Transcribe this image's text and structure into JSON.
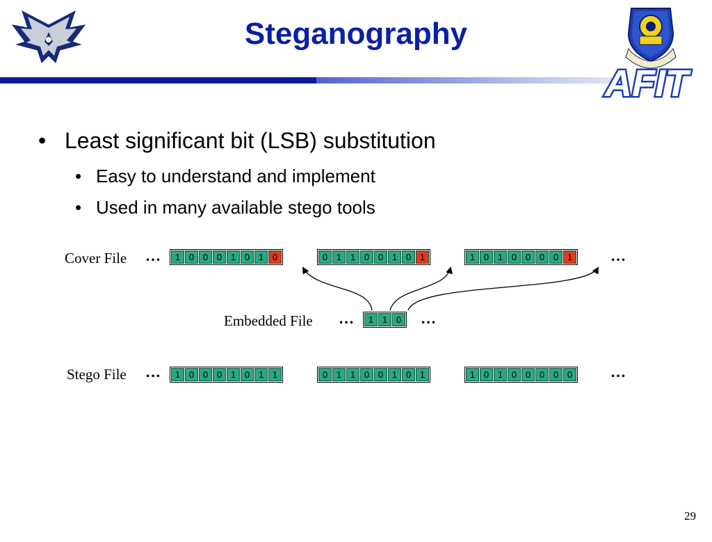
{
  "slide": {
    "title": "Steganography",
    "page_number": "29",
    "bullet_char": "•"
  },
  "bullets": {
    "main": "Least significant bit (LSB) substitution",
    "sub": [
      "Easy to understand and implement",
      "Used in many available stego tools"
    ]
  },
  "logo_right": {
    "text": "AFIT"
  },
  "diagram": {
    "ellipsis": "…",
    "cover": {
      "label": "Cover File",
      "bytes": [
        [
          "1",
          "0",
          "0",
          "0",
          "1",
          "0",
          "1",
          "0"
        ],
        [
          "0",
          "1",
          "1",
          "0",
          "0",
          "1",
          "0",
          "1"
        ],
        [
          "1",
          "0",
          "1",
          "0",
          "0",
          "0",
          "0",
          "1"
        ]
      ]
    },
    "embedded": {
      "label": "Embedded File",
      "bits": [
        "1",
        "1",
        "0"
      ]
    },
    "stego": {
      "label": "Stego File",
      "bytes": [
        [
          "1",
          "0",
          "0",
          "0",
          "1",
          "0",
          "1",
          "1"
        ],
        [
          "0",
          "1",
          "1",
          "0",
          "0",
          "1",
          "0",
          "1"
        ],
        [
          "1",
          "0",
          "1",
          "0",
          "0",
          "0",
          "0",
          "0"
        ]
      ]
    }
  },
  "colors": {
    "title": "#0a1fa6",
    "bit_fill": "#2aa883",
    "lsb_fill": "#e03a1e"
  }
}
